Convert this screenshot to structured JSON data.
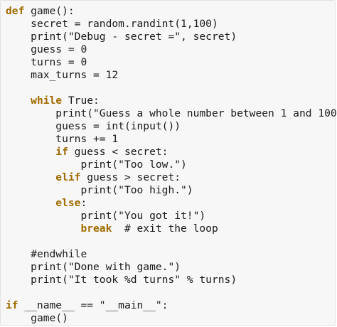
{
  "code": {
    "lines": [
      {
        "indent": "",
        "kw": "def",
        "text": " game():"
      },
      {
        "indent": "    ",
        "kw": "",
        "text": "secret = random.randint(1,100)"
      },
      {
        "indent": "    ",
        "kw": "",
        "text": "print(\"Debug - secret =\", secret)"
      },
      {
        "indent": "    ",
        "kw": "",
        "text": "guess = 0"
      },
      {
        "indent": "    ",
        "kw": "",
        "text": "turns = 0"
      },
      {
        "indent": "    ",
        "kw": "",
        "text": "max_turns = 12"
      },
      {
        "indent": "",
        "kw": "",
        "text": ""
      },
      {
        "indent": "    ",
        "kw": "while",
        "text": " True:"
      },
      {
        "indent": "        ",
        "kw": "",
        "text": "print(\"Guess a whole number between 1 and 100\")"
      },
      {
        "indent": "        ",
        "kw": "",
        "text": "guess = int(input())"
      },
      {
        "indent": "        ",
        "kw": "",
        "text": "turns += 1"
      },
      {
        "indent": "        ",
        "kw": "if",
        "text": " guess < secret:"
      },
      {
        "indent": "            ",
        "kw": "",
        "text": "print(\"Too low.\")"
      },
      {
        "indent": "        ",
        "kw": "elif",
        "text": " guess > secret:"
      },
      {
        "indent": "            ",
        "kw": "",
        "text": "print(\"Too high.\")"
      },
      {
        "indent": "        ",
        "kw": "else",
        "text": ":"
      },
      {
        "indent": "            ",
        "kw": "",
        "text": "print(\"You got it!\")"
      },
      {
        "indent": "            ",
        "kw": "break",
        "text": "  # exit the loop"
      },
      {
        "indent": "",
        "kw": "",
        "text": ""
      },
      {
        "indent": "    ",
        "kw": "",
        "text": "#endwhile"
      },
      {
        "indent": "    ",
        "kw": "",
        "text": "print(\"Done with game.\")"
      },
      {
        "indent": "    ",
        "kw": "",
        "text": "print(\"It took %d turns\" % turns)"
      },
      {
        "indent": "",
        "kw": "",
        "text": ""
      },
      {
        "indent": "",
        "kw": "if",
        "text": " __name__ == \"__main__\":"
      },
      {
        "indent": "    ",
        "kw": "",
        "text": "game()"
      }
    ]
  },
  "colors": {
    "keyword": "#a06a00",
    "text": "#1a1a1a",
    "background": "#f7f7f7"
  }
}
